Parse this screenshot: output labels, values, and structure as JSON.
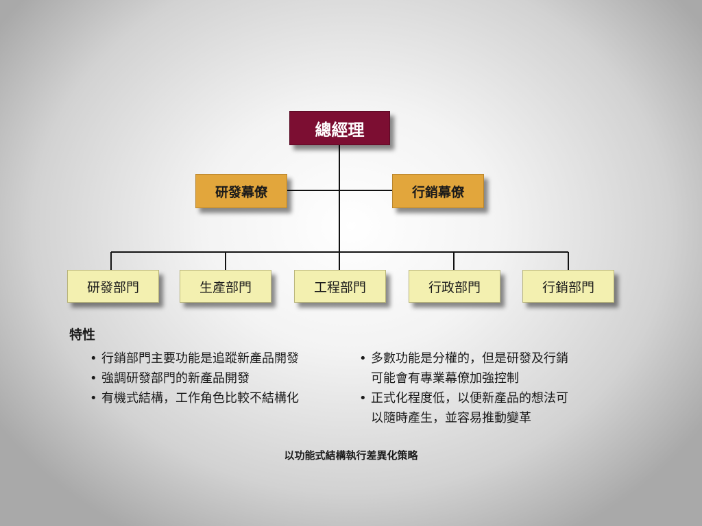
{
  "org_chart": {
    "top": "總經理",
    "staff": [
      "研發幕僚",
      "行銷幕僚"
    ],
    "departments": [
      "研發部門",
      "生產部門",
      "工程部門",
      "行政部門",
      "行銷部門"
    ]
  },
  "features": {
    "heading": "特性",
    "left": [
      "行銷部門主要功能是追蹤新產品開發",
      "強調研發部門的新產品開發",
      "有機式結構，工作角色比較不結構化"
    ],
    "right": [
      [
        "多數功能是分權的，但是研發及行銷",
        "可能會有專業幕僚加強控制"
      ],
      [
        "正式化程度低，以便新產品的想法可",
        "以隨時產生，並容易推動變革"
      ]
    ]
  },
  "caption": "以功能式結構執行差異化策略",
  "colors": {
    "top_box": "#7c0e32",
    "staff_box": "#e2a63c",
    "dept_box": "#f3f0b0"
  }
}
